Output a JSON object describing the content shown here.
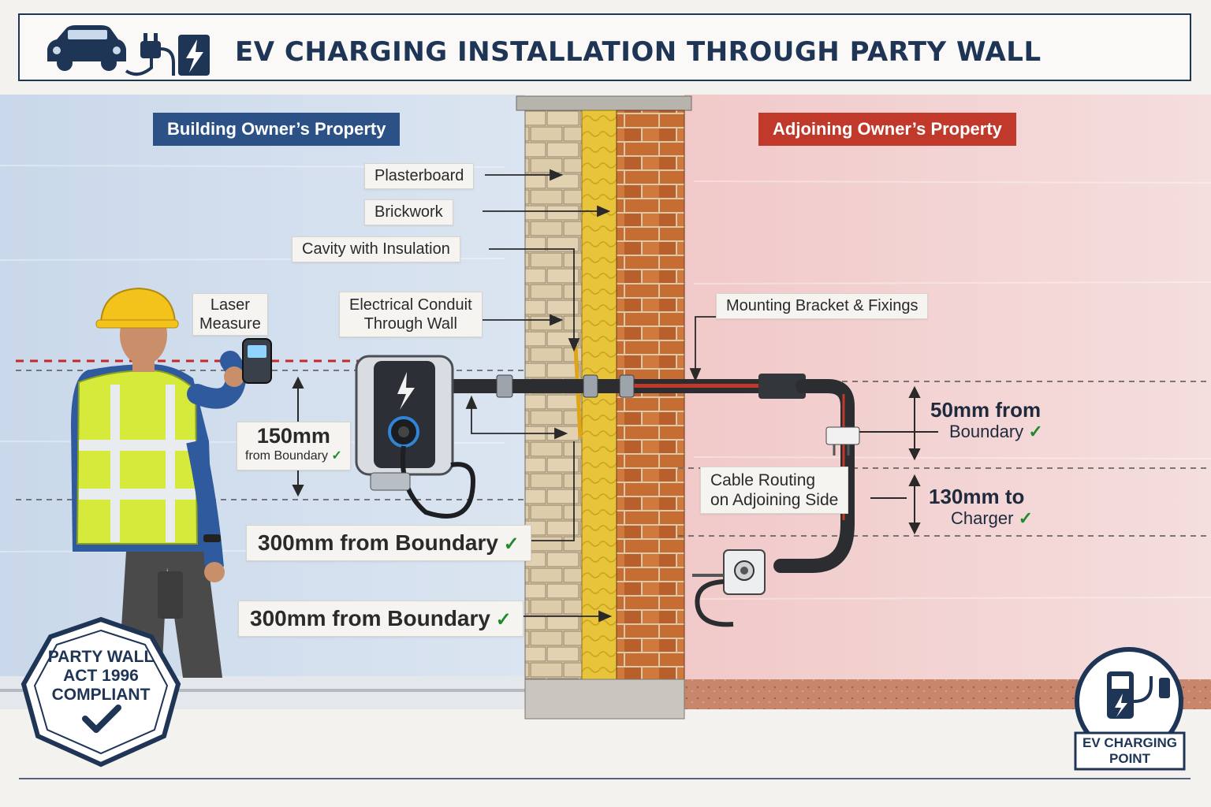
{
  "header": {
    "title": "EV CHARGING INSTALLATION THROUGH PARTY WALL"
  },
  "properties": {
    "building_owner": "Building Owner’s Property",
    "adjoining_owner": "Adjoining Owner’s Property"
  },
  "wall_labels": {
    "plasterboard": "Plasterboard",
    "brickwork": "Brickwork",
    "cavity": "Cavity with Insulation",
    "conduit_line1": "Electrical Conduit",
    "conduit_line2": "Through Wall",
    "bracket": "Mounting Bracket & Fixings",
    "cable_line1": "Cable Routing",
    "cable_line2": "on Adjoining Side"
  },
  "tools": {
    "laser_line1": "Laser",
    "laser_line2": "Measure"
  },
  "measurements": {
    "left_150_value": "150mm",
    "left_150_text": "from Boundary",
    "left_300_upper": "300mm from Boundary",
    "left_300_lower": "300mm from Boundary",
    "right_50_value": "50mm from",
    "right_50_text": "Boundary",
    "right_130_value": "130mm to",
    "right_130_text": "Charger"
  },
  "badges": {
    "party_wall_line1": "PARTY WALL",
    "party_wall_line2": "ACT 1996",
    "party_wall_line3": "COMPLIANT",
    "ev_line1": "EV CHARGING",
    "ev_line2": "POINT"
  },
  "icons": {
    "header": [
      "car-icon",
      "plug-icon",
      "lightning-icon"
    ],
    "check": "checkmark-icon"
  },
  "colors": {
    "navy": "#1f3556",
    "building_blue": "#2c5187",
    "adjoining_red": "#c0392b",
    "check_green": "#1f8a2a",
    "hivis_yellow": "#d7ec3a",
    "brick": "#c06a34"
  }
}
